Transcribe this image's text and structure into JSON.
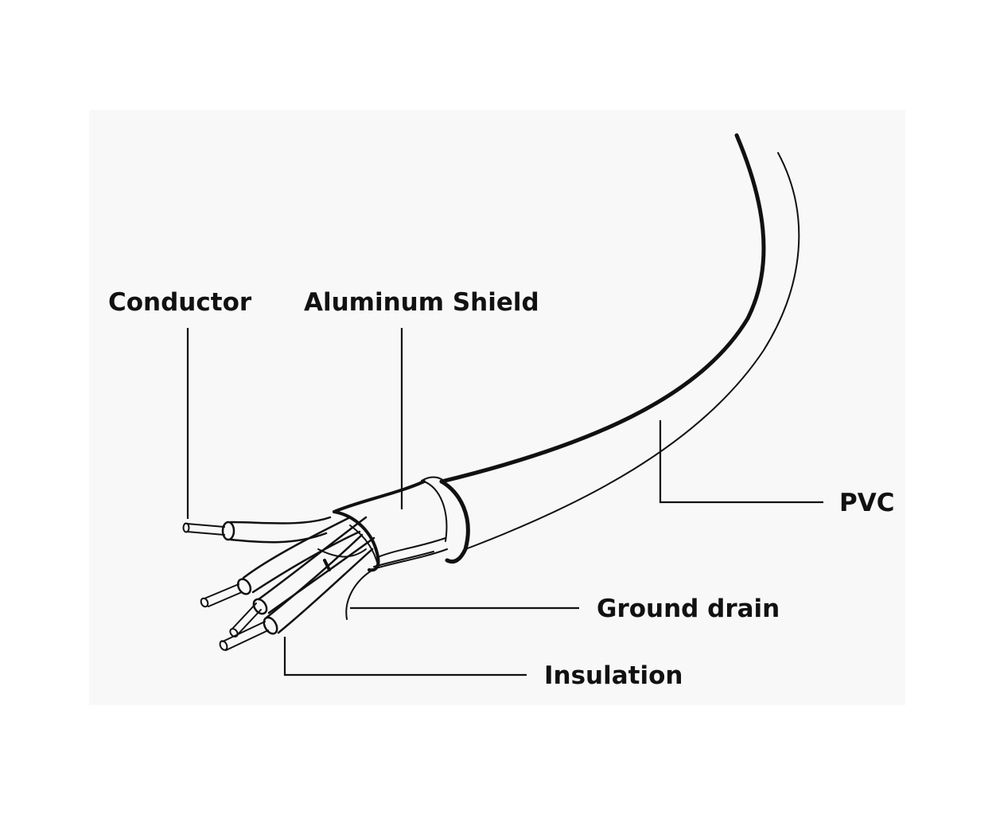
{
  "labels": {
    "conductor": "Conductor",
    "aluminum_shield": "Aluminum Shield",
    "pvc": "PVC",
    "ground_drain": "Ground drain",
    "insulation": "Insulation"
  },
  "colors": {
    "ink": "#111111",
    "background": "#ffffff",
    "panel": "#f8f8f8"
  }
}
